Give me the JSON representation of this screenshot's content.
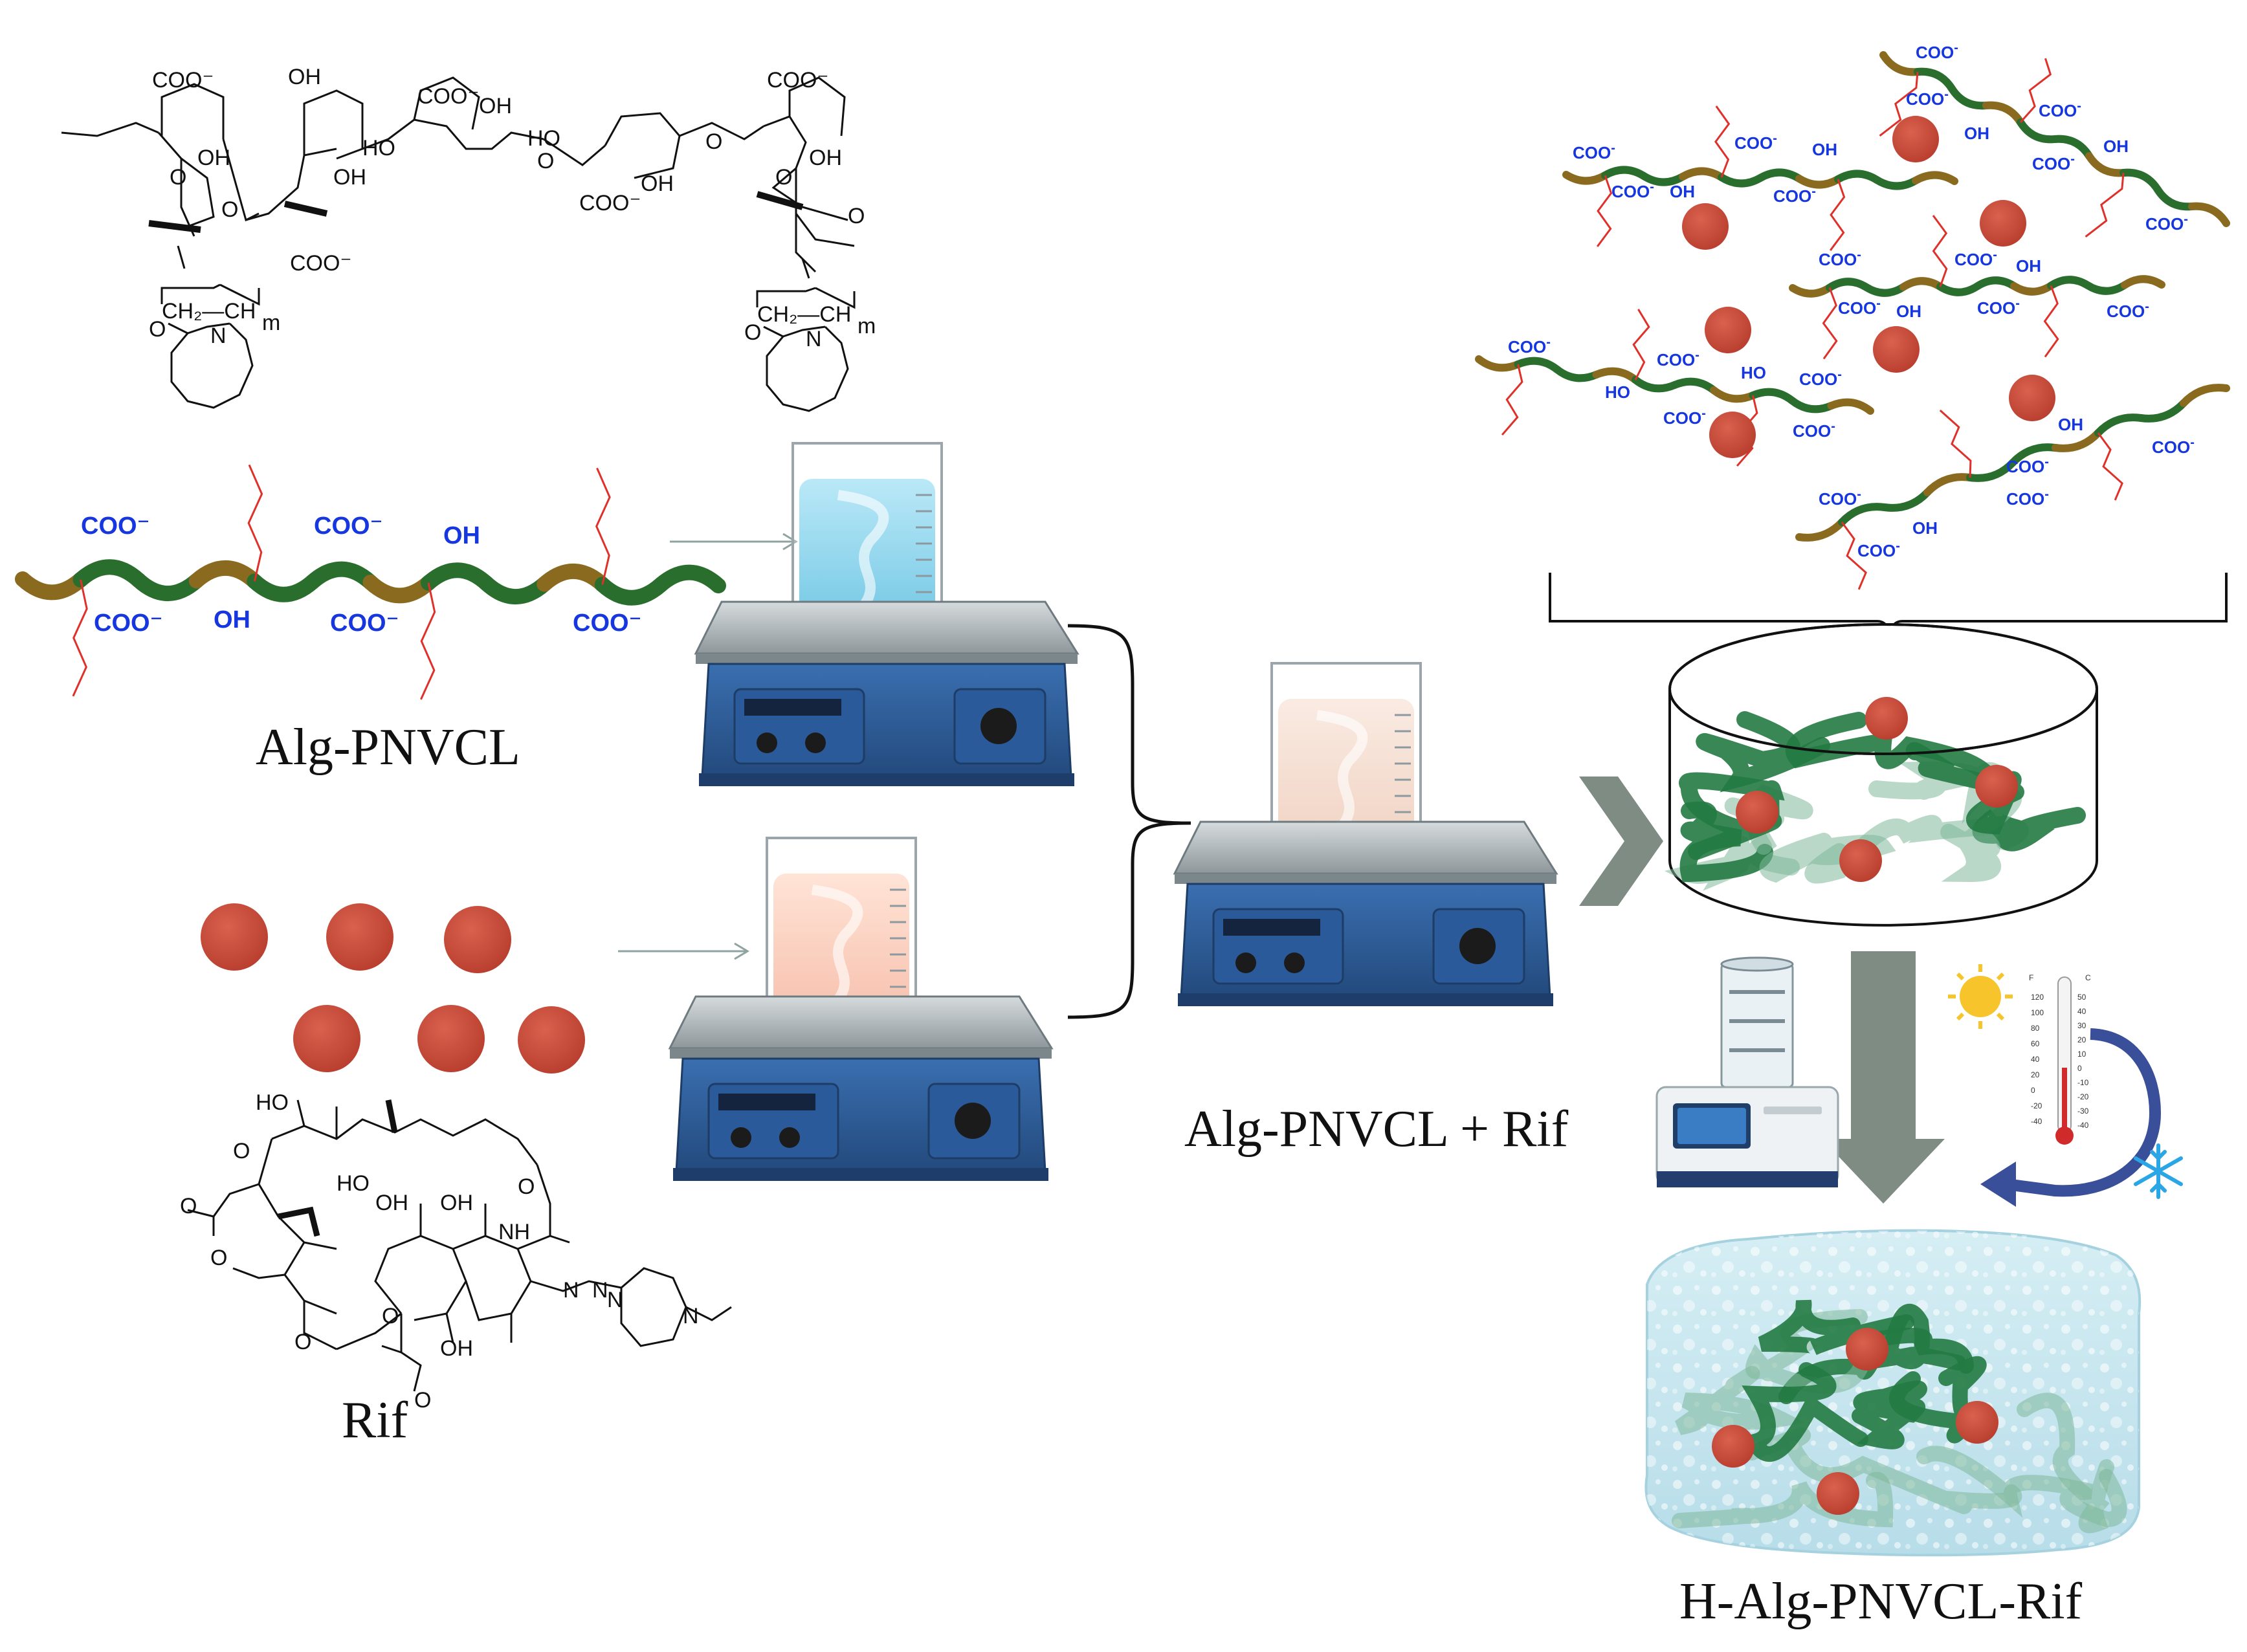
{
  "labels": {
    "polymer": "Alg-PNVCL",
    "drug": "Rif",
    "mixture": "Alg-PNVCL + Rif",
    "hydrogel": "H-Alg-PNVCL-Rif"
  },
  "chemistry": {
    "coo": "COO⁻",
    "oh": "OH",
    "o": "O",
    "ho": "HO",
    "n": "N",
    "nh": "NH",
    "ch2_ch": "CH₂—CH",
    "m": "m"
  },
  "chain_groups": {
    "coo": "COO",
    "oh": "OH",
    "ho": "HO",
    "coo_minus": "-"
  },
  "thermometer": {
    "f": "F",
    "c": "C",
    "f_scale": [
      "120",
      "100",
      "80",
      "60",
      "40",
      "20",
      "0",
      "-20",
      "-40"
    ],
    "c_scale": [
      "50",
      "40",
      "30",
      "20",
      "10",
      "0",
      "-10",
      "-20",
      "-30",
      "-40"
    ]
  },
  "icons": [
    "sun-icon",
    "snowflake-icon",
    "thermometer-icon",
    "freeze-dryer-icon",
    "magnetic-stirrer-icon",
    "beaker-icon"
  ],
  "colors": {
    "chain_green": "#2a6e2e",
    "chain_brown": "#8a6a1e",
    "side_chain_red": "#e0302a",
    "drug_red": "#c94a3a",
    "group_blue": "#1636e0",
    "stirrer_blue": "#2f5f9e",
    "arrow_gray": "#7f8c84"
  }
}
